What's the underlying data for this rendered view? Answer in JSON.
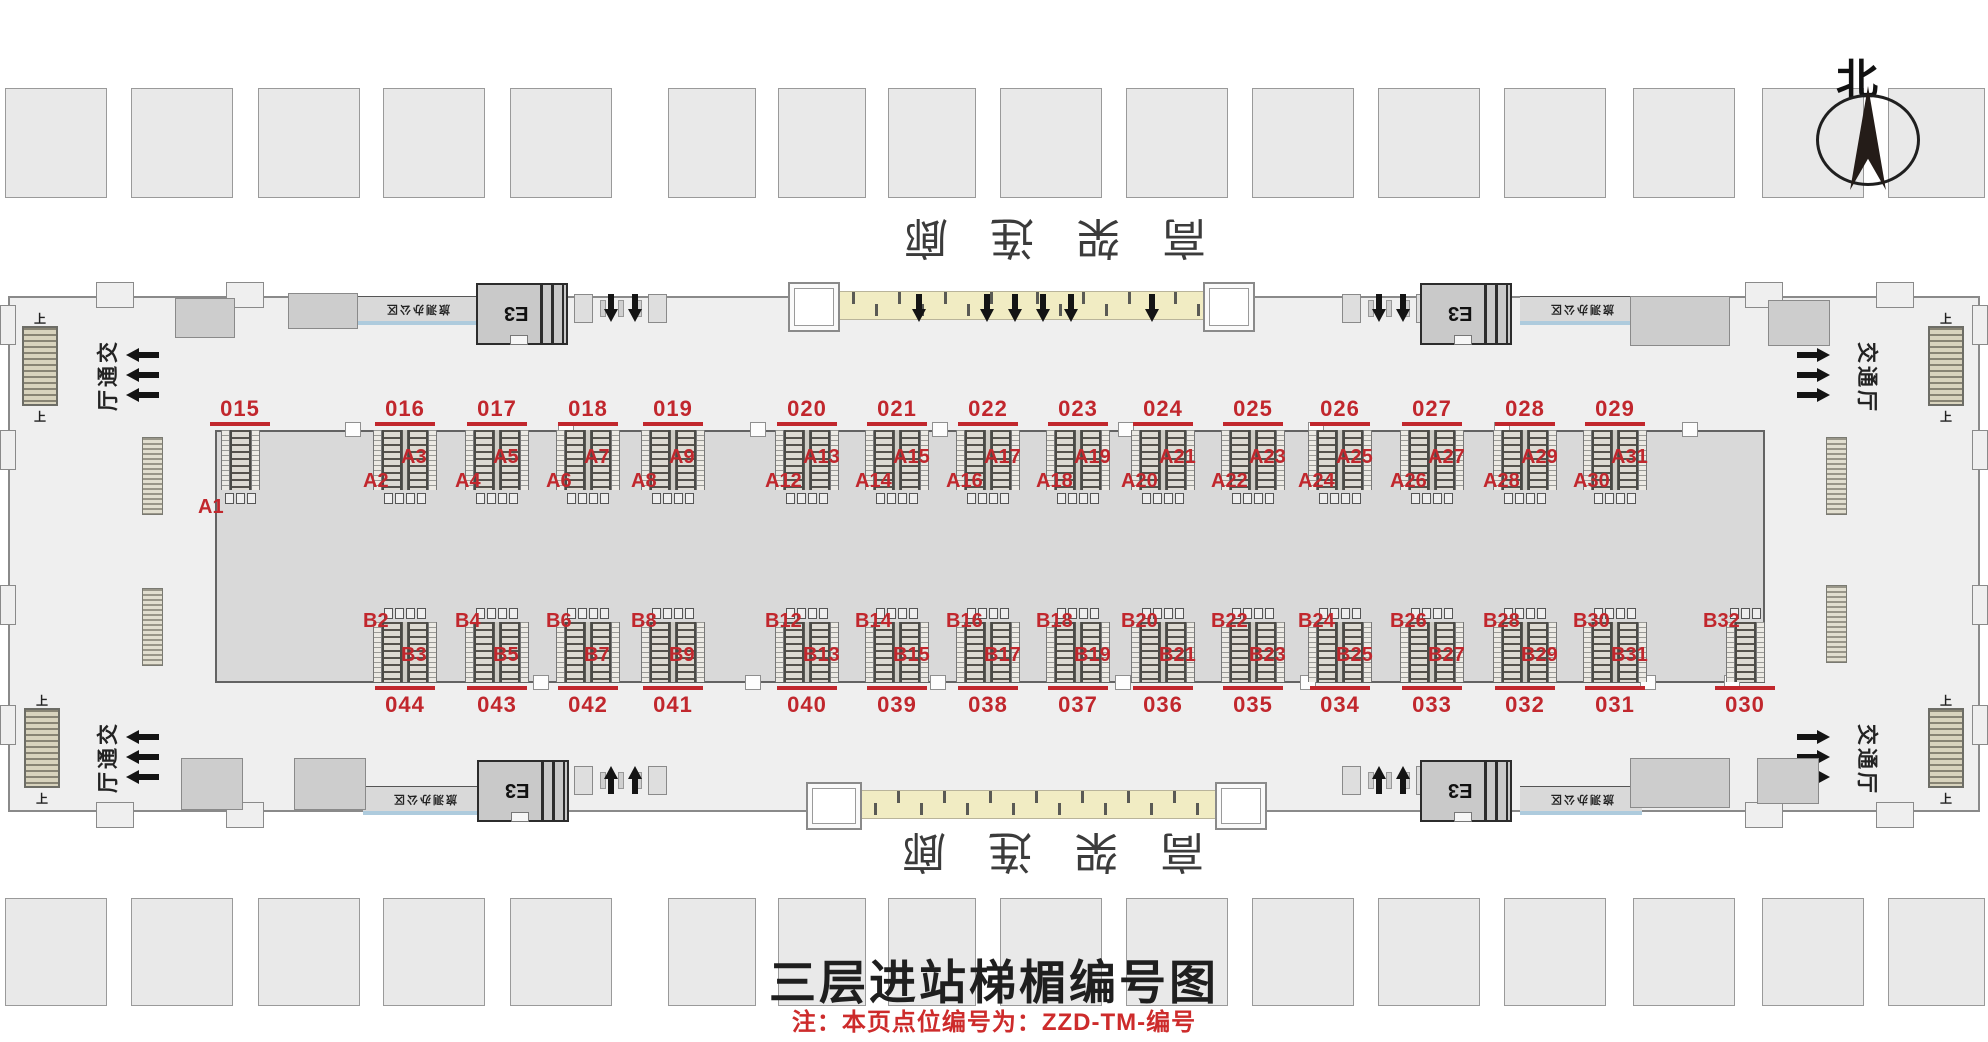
{
  "page": {
    "title": "三层进站梯楣编号图",
    "note": "注：本页点位编号为：ZZD-TM-编号"
  },
  "compass": {
    "label": "北"
  },
  "corridor": {
    "label": "高架连廊"
  },
  "traffic_hall": {
    "label": "交通厅"
  },
  "office_band": {
    "label": "旅测办公区"
  },
  "stair_block": {
    "label": "E3"
  },
  "up_label": "上",
  "colors": {
    "red": "#c1272d",
    "corridor_yellow": "#f1ecc3",
    "hall_gray": "#d9d9d9"
  },
  "top_groups": [
    {
      "num": "015",
      "a": "A1",
      "b": ""
    },
    {
      "num": "016",
      "a": "A2",
      "b": "A3"
    },
    {
      "num": "017",
      "a": "A4",
      "b": "A5"
    },
    {
      "num": "018",
      "a": "A6",
      "b": "A7"
    },
    {
      "num": "019",
      "a": "A8",
      "b": "A9"
    },
    {
      "num": "020",
      "a": "A12",
      "b": "A13"
    },
    {
      "num": "021",
      "a": "A14",
      "b": "A15"
    },
    {
      "num": "022",
      "a": "A16",
      "b": "A17"
    },
    {
      "num": "023",
      "a": "A18",
      "b": "A19"
    },
    {
      "num": "024",
      "a": "A20",
      "b": "A21"
    },
    {
      "num": "025",
      "a": "A22",
      "b": "A23"
    },
    {
      "num": "026",
      "a": "A24",
      "b": "A25"
    },
    {
      "num": "027",
      "a": "A26",
      "b": "A27"
    },
    {
      "num": "028",
      "a": "A28",
      "b": "A29"
    },
    {
      "num": "029",
      "a": "A30",
      "b": "A31"
    }
  ],
  "bottom_groups": [
    {
      "num": "044",
      "a": "B2",
      "b": "B3"
    },
    {
      "num": "043",
      "a": "B4",
      "b": "B5"
    },
    {
      "num": "042",
      "a": "B6",
      "b": "B7"
    },
    {
      "num": "041",
      "a": "B8",
      "b": "B9"
    },
    {
      "num": "040",
      "a": "B12",
      "b": "B13"
    },
    {
      "num": "039",
      "a": "B14",
      "b": "B15"
    },
    {
      "num": "038",
      "a": "B16",
      "b": "B17"
    },
    {
      "num": "037",
      "a": "B18",
      "b": "B19"
    },
    {
      "num": "036",
      "a": "B20",
      "b": "B21"
    },
    {
      "num": "035",
      "a": "B22",
      "b": "B23"
    },
    {
      "num": "034",
      "a": "B24",
      "b": "B25"
    },
    {
      "num": "033",
      "a": "B26",
      "b": "B27"
    },
    {
      "num": "032",
      "a": "B28",
      "b": "B29"
    },
    {
      "num": "031",
      "a": "B30",
      "b": "B31"
    },
    {
      "num": "030",
      "a": "B32",
      "b": ""
    }
  ]
}
